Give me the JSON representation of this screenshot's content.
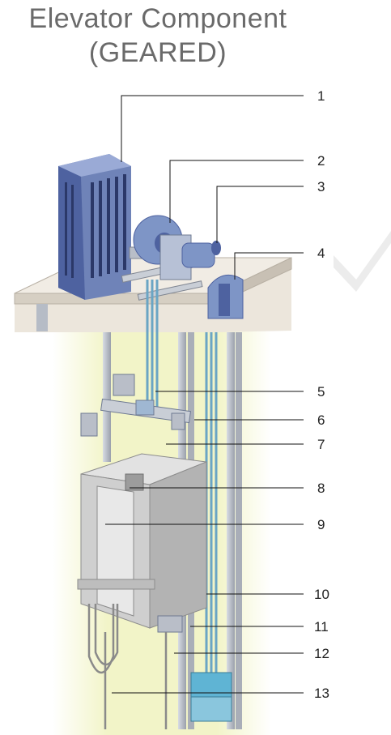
{
  "title": {
    "line1": "Elevator Component",
    "line2": "(GEARED)"
  },
  "callouts": [
    "1",
    "2",
    "3",
    "4",
    "5",
    "6",
    "7",
    "8",
    "9",
    "10",
    "11",
    "12",
    "13"
  ],
  "colors": {
    "shaft_glow": "#f2f4c8",
    "platform": "#ece6dc",
    "controller": "#6f83b8",
    "motor": "#7e95c6",
    "rail": "#b9bec8",
    "cable": "#6aa5c4",
    "cab": "#c6c6c6",
    "title": "#6a6a6a"
  }
}
